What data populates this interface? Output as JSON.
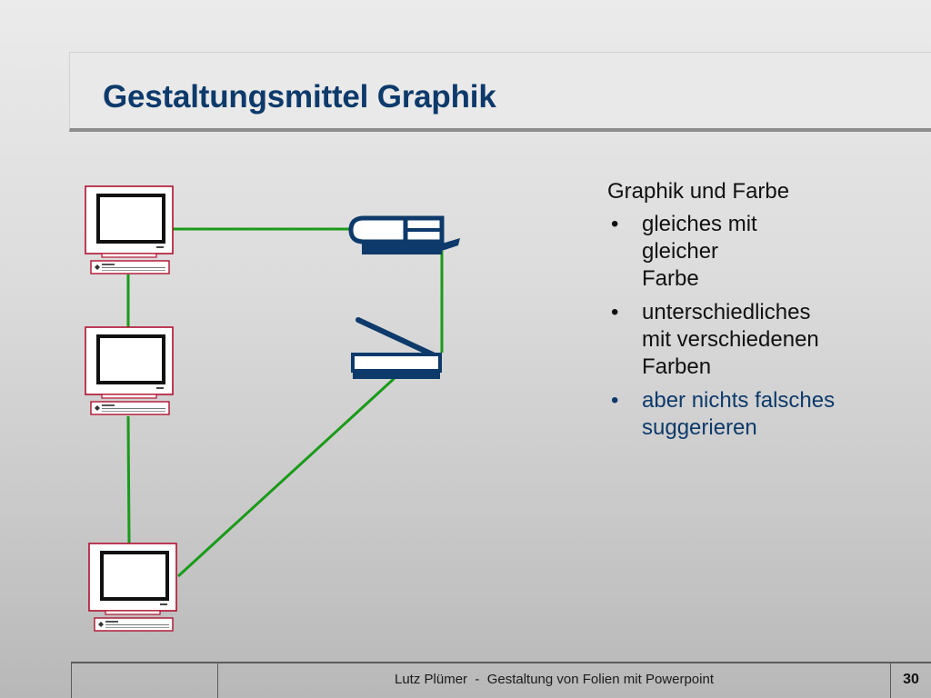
{
  "slide": {
    "title": "Gestaltungsmittel Graphik"
  },
  "content": {
    "heading": "Graphik und Farbe",
    "bullets": [
      {
        "marker": "•",
        "text": "gleiches mit gleicher Farbe"
      },
      {
        "marker": "•",
        "text": "unterschiedliches mit verschiedenen Farben"
      },
      {
        "marker": "•",
        "text": "aber nichts falsches suggerieren"
      }
    ]
  },
  "diagram": {
    "nodes": [
      {
        "kind": "computer",
        "icon": "computer-icon"
      },
      {
        "kind": "computer",
        "icon": "computer-icon"
      },
      {
        "kind": "computer",
        "icon": "computer-icon"
      },
      {
        "kind": "printer",
        "icon": "printer-icon"
      },
      {
        "kind": "scanner",
        "icon": "scanner-icon"
      }
    ],
    "colors": {
      "link": "#1a9a1a",
      "computer_border": "#b01030",
      "device": "#0d3a6b"
    }
  },
  "footer": {
    "center_text": "Lutz Plümer  -  Gestaltung von Folien mit Powerpoint",
    "page_number": "30"
  },
  "colors": {
    "title": "#0d3a6b",
    "accent_bullet": "#0d3a6b"
  }
}
